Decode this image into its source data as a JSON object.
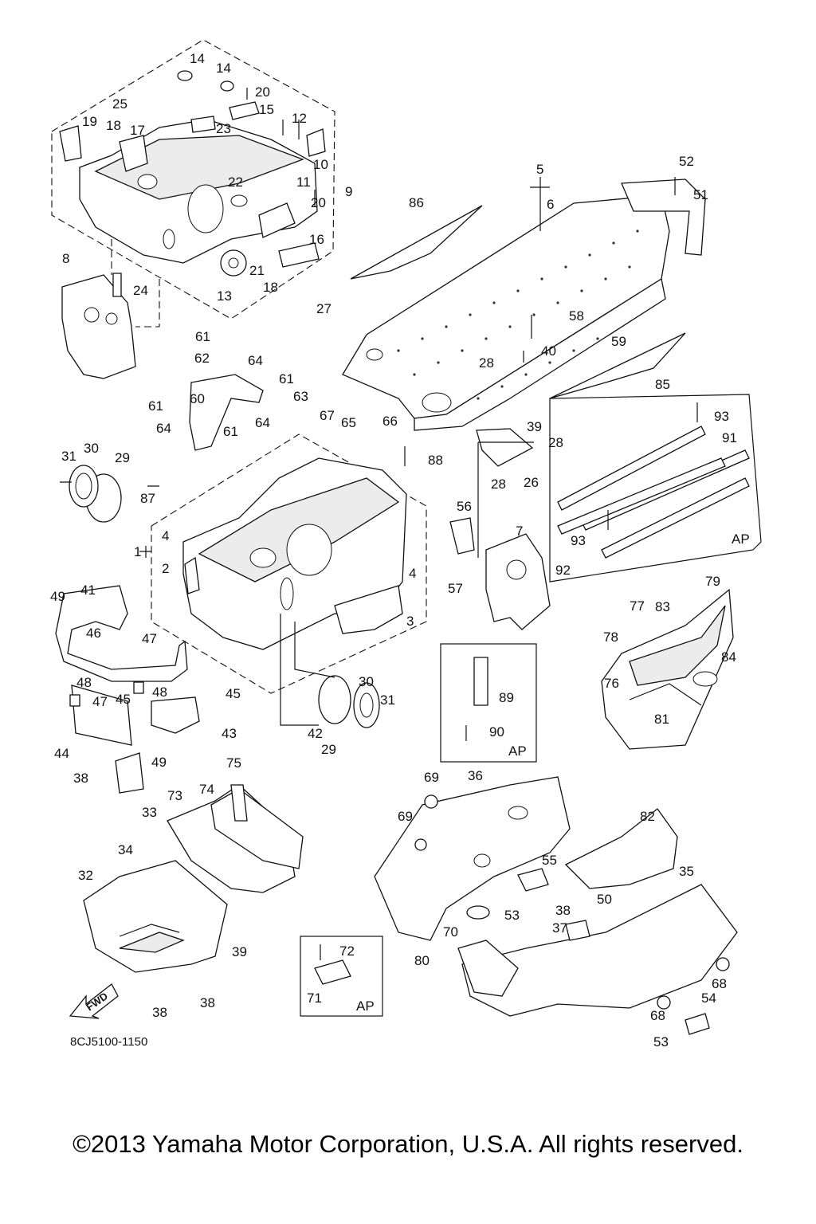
{
  "diagram": {
    "part_code": "8CJ5100-1150",
    "fwd_label": "FWD",
    "ap_label": "AP",
    "copyright": "©2013 Yamaha Motor Corporation, U.S.A. All rights reserved.",
    "callouts": [
      "1",
      "2",
      "3",
      "4",
      "4",
      "5",
      "6",
      "7",
      "8",
      "9",
      "10",
      "11",
      "12",
      "13",
      "14",
      "14",
      "15",
      "16",
      "17",
      "18",
      "18",
      "19",
      "20",
      "20",
      "21",
      "22",
      "23",
      "24",
      "25",
      "26",
      "27",
      "28",
      "28",
      "28",
      "29",
      "29",
      "30",
      "30",
      "31",
      "31",
      "32",
      "33",
      "34",
      "35",
      "36",
      "37",
      "38",
      "38",
      "38",
      "38",
      "39",
      "39",
      "40",
      "41",
      "42",
      "43",
      "44",
      "45",
      "45",
      "46",
      "47",
      "47",
      "48",
      "48",
      "49",
      "49",
      "50",
      "51",
      "52",
      "53",
      "53",
      "54",
      "55",
      "56",
      "57",
      "58",
      "59",
      "60",
      "61",
      "61",
      "61",
      "61",
      "62",
      "63",
      "64",
      "64",
      "64",
      "65",
      "66",
      "67",
      "68",
      "68",
      "69",
      "69",
      "70",
      "71",
      "72",
      "73",
      "74",
      "75",
      "76",
      "77",
      "78",
      "79",
      "80",
      "81",
      "82",
      "83",
      "84",
      "85",
      "86",
      "87",
      "88",
      "89",
      "90",
      "91",
      "92",
      "93",
      "93"
    ]
  }
}
